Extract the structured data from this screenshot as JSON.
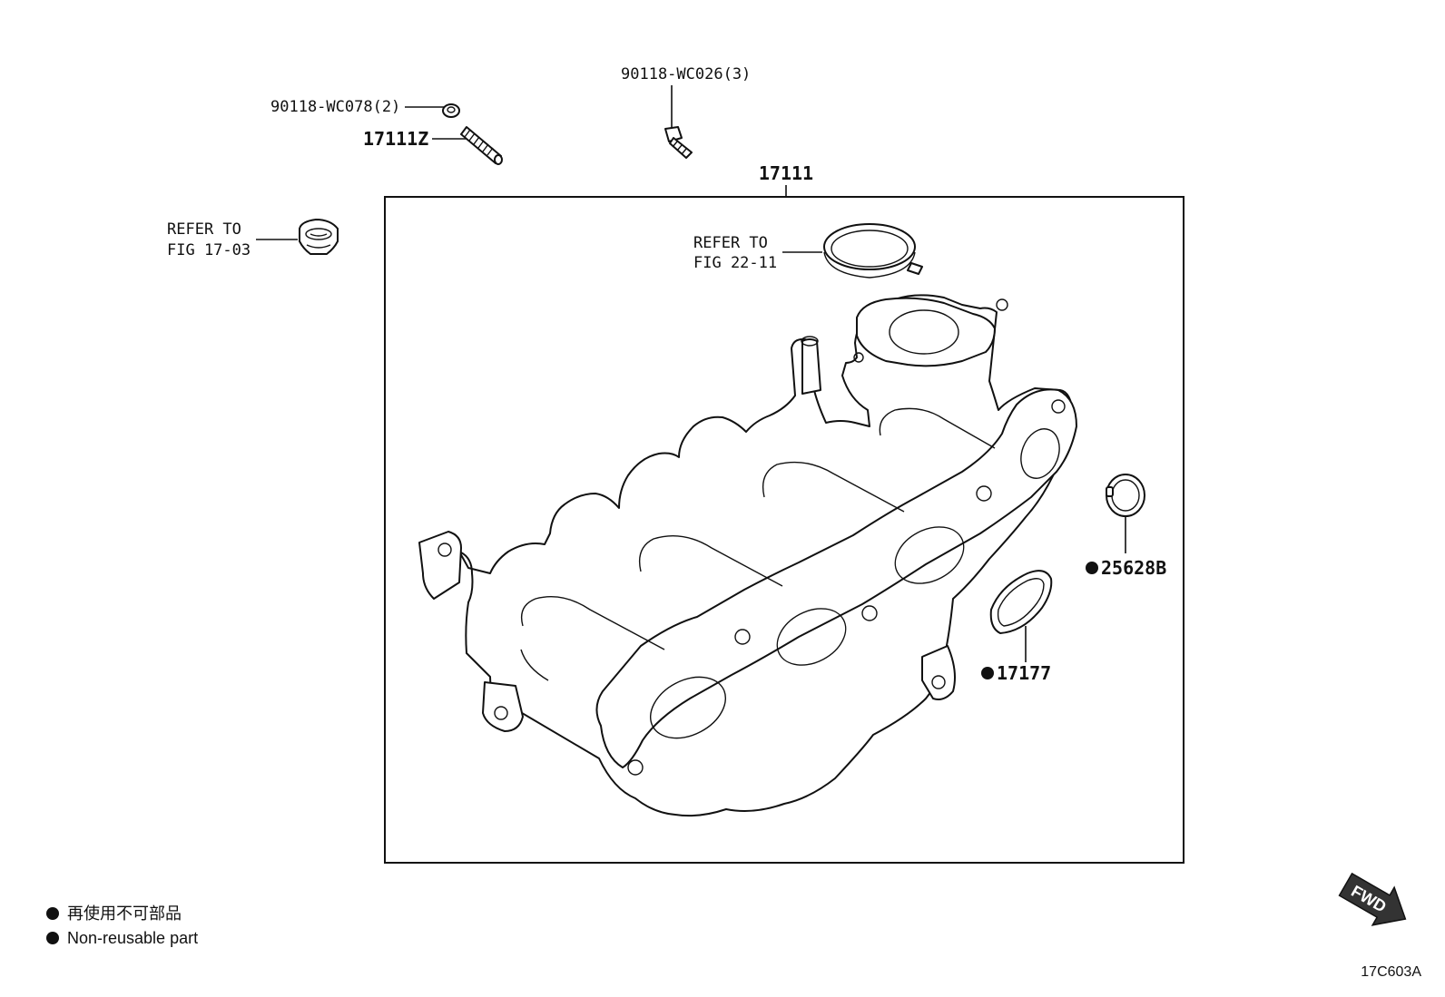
{
  "callouts": {
    "nut_top": "90118-WC078(2)",
    "bolt_top": "90118-WC026(3)",
    "stud": "17111Z",
    "manifold": "17111",
    "refer_left_line1": "REFER TO",
    "refer_left_line2": "FIG 17-03",
    "refer_mid_line1": "REFER TO",
    "refer_mid_line2": "FIG 22-11",
    "gasket_small": "25628B",
    "gasket_large": "17177"
  },
  "legend": {
    "jp": "再使用不可部品",
    "en": "Non-reusable part"
  },
  "fwd_label": "FWD",
  "figure_code": "17C603A"
}
